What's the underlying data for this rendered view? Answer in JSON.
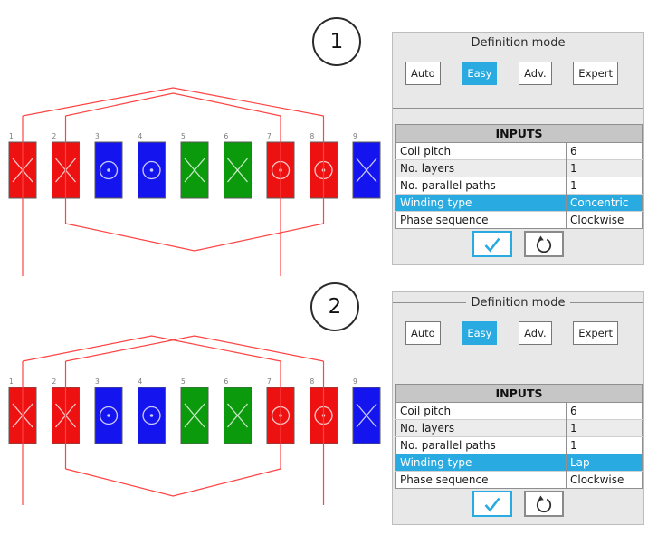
{
  "colors": {
    "accent": "#29abe2",
    "slot_red": "#ee1111",
    "slot_blue": "#1414ee",
    "slot_green": "#0b9a0b",
    "wire": "#ff4343",
    "panel_bg": "#e8e8e8",
    "table_header_bg": "#c6c6c6"
  },
  "figure_labels": [
    "1",
    "2"
  ],
  "panels": [
    {
      "definition_mode": {
        "legend": "Definition mode",
        "buttons": [
          {
            "label": "Auto",
            "active": false
          },
          {
            "label": "Easy",
            "active": true
          },
          {
            "label": "Adv.",
            "active": false
          },
          {
            "label": "Expert",
            "active": false
          }
        ]
      },
      "inputs": {
        "header": "INPUTS",
        "rows": [
          {
            "label": "Coil pitch",
            "value": "6",
            "selected": false
          },
          {
            "label": "No. layers",
            "value": "1",
            "selected": false
          },
          {
            "label": "No. parallel paths",
            "value": "1",
            "selected": false
          },
          {
            "label": "Winding type",
            "value": "Concentric",
            "selected": true
          },
          {
            "label": "Phase sequence",
            "value": "Clockwise",
            "selected": false
          }
        ]
      },
      "actions": [
        {
          "icon": "check-icon"
        },
        {
          "icon": "rotate-ccw-icon"
        }
      ]
    },
    {
      "definition_mode": {
        "legend": "Definition mode",
        "buttons": [
          {
            "label": "Auto",
            "active": false
          },
          {
            "label": "Easy",
            "active": true
          },
          {
            "label": "Adv.",
            "active": false
          },
          {
            "label": "Expert",
            "active": false
          }
        ]
      },
      "inputs": {
        "header": "INPUTS",
        "rows": [
          {
            "label": "Coil pitch",
            "value": "6",
            "selected": false
          },
          {
            "label": "No. layers",
            "value": "1",
            "selected": false
          },
          {
            "label": "No. parallel paths",
            "value": "1",
            "selected": false
          },
          {
            "label": "Winding type",
            "value": "Lap",
            "selected": true
          },
          {
            "label": "Phase sequence",
            "value": "Clockwise",
            "selected": false
          }
        ]
      },
      "actions": [
        {
          "icon": "check-icon"
        },
        {
          "icon": "rotate-ccw-icon"
        }
      ]
    }
  ],
  "diagrams": [
    {
      "name": "concentric-winding",
      "slots": [
        {
          "n": "1",
          "color": "red",
          "symbol": "cross"
        },
        {
          "n": "2",
          "color": "red",
          "symbol": "cross"
        },
        {
          "n": "3",
          "color": "blue",
          "symbol": "dot"
        },
        {
          "n": "4",
          "color": "blue",
          "symbol": "dot"
        },
        {
          "n": "5",
          "color": "green",
          "symbol": "cross"
        },
        {
          "n": "6",
          "color": "green",
          "symbol": "cross"
        },
        {
          "n": "7",
          "color": "red",
          "symbol": "dot"
        },
        {
          "n": "8",
          "color": "red",
          "symbol": "dot"
        },
        {
          "n": "9",
          "color": "blue",
          "symbol": "cross"
        }
      ],
      "top_connections": [
        {
          "from": 1,
          "to": 8,
          "apex_rise": 60
        },
        {
          "from": 2,
          "to": 7,
          "apex_rise": 54
        }
      ],
      "bottom_connections": [
        {
          "from": 2,
          "to": 8
        }
      ],
      "leads": [
        1,
        7
      ],
      "lead_drop": 86
    },
    {
      "name": "lap-winding",
      "slots": [
        {
          "n": "1",
          "color": "red",
          "symbol": "cross"
        },
        {
          "n": "2",
          "color": "red",
          "symbol": "cross"
        },
        {
          "n": "3",
          "color": "blue",
          "symbol": "dot"
        },
        {
          "n": "4",
          "color": "blue",
          "symbol": "dot"
        },
        {
          "n": "5",
          "color": "green",
          "symbol": "cross"
        },
        {
          "n": "6",
          "color": "green",
          "symbol": "cross"
        },
        {
          "n": "7",
          "color": "red",
          "symbol": "dot"
        },
        {
          "n": "8",
          "color": "red",
          "symbol": "dot"
        },
        {
          "n": "9",
          "color": "blue",
          "symbol": "cross"
        }
      ],
      "top_connections": [
        {
          "from": 1,
          "to": 7,
          "apex_rise": 57
        },
        {
          "from": 2,
          "to": 8,
          "apex_rise": 57
        }
      ],
      "bottom_connections": [
        {
          "from": 2,
          "to": 7
        }
      ],
      "leads": [
        1,
        8
      ],
      "lead_drop": 68
    }
  ]
}
